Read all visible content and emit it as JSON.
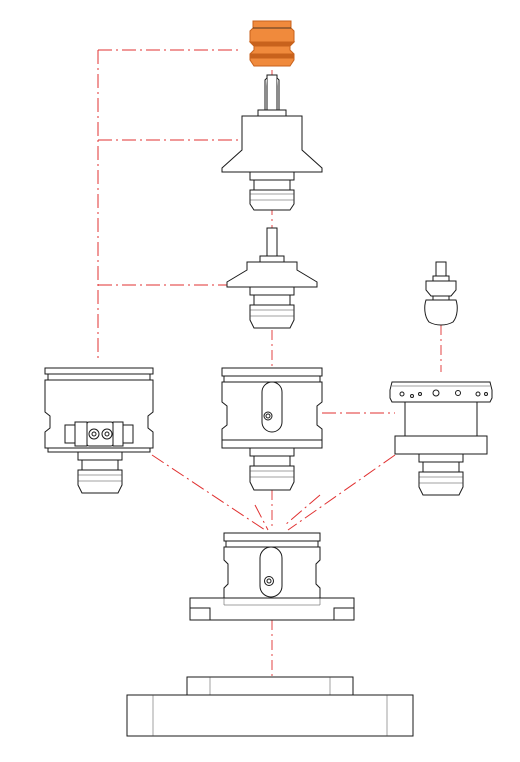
{
  "colors": {
    "line": "#1a1a1a",
    "centerline": "#e03030",
    "highlight": "#f08a3c",
    "highlight_dark": "#c8621c",
    "background": "#ffffff"
  },
  "parts": [
    {
      "id": "orange-cap"
    },
    {
      "id": "pin-flange-large"
    },
    {
      "id": "pin-flange-small"
    },
    {
      "id": "ball-pin"
    },
    {
      "id": "block-with-connector"
    },
    {
      "id": "block-with-slot"
    },
    {
      "id": "ring-flange-adapter"
    },
    {
      "id": "base-block-flanged"
    },
    {
      "id": "base-plate"
    }
  ]
}
